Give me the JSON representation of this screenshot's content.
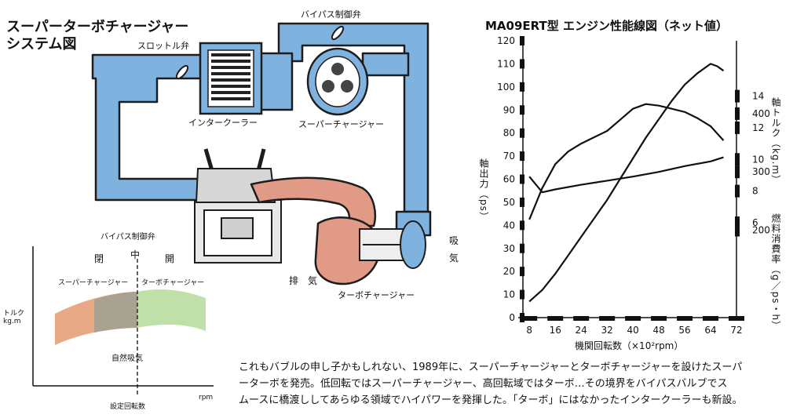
{
  "system_diagram": {
    "title_line1": "スーパーターボチャージャー",
    "title_line2": "システム図",
    "labels": {
      "bypass_valve": "バイパス制御弁",
      "throttle_valve": "スロットル弁",
      "intercooler": "インタークーラー",
      "supercharger": "スーパーチャージャー",
      "turbocharger": "ターボチャージャー",
      "intake_1": "吸",
      "intake_2": "気",
      "exhaust": "排　気"
    }
  },
  "mode_graph": {
    "title": "バイパス制御弁",
    "closed": "閉",
    "middle": "中",
    "open": "開",
    "supercharger": "スーパーチャージャー",
    "turbocharger": "ターボチャージャー",
    "natural_aspiration": "自然吸気",
    "y_label_1": "トルク",
    "y_label_2": "kg.m",
    "x_label": "rpm",
    "set_rpm": "設定回転数",
    "colors": {
      "supercharger": "#e8a987",
      "turbo": "#bfe0a8",
      "overlap": "#a8a291"
    }
  },
  "chart_data": {
    "type": "line",
    "title": "MA09ERT型 エンジン性能線図（ネット値）",
    "xlabel": "機関回転数（×10²rpm）",
    "x_ticks": [
      8,
      16,
      24,
      32,
      40,
      48,
      56,
      64,
      72
    ],
    "xlim": [
      6,
      72
    ],
    "y_left_label": "軸出力（ps）",
    "y_left_ticks": [
      0,
      10,
      20,
      30,
      40,
      50,
      60,
      70,
      80,
      90,
      100,
      110,
      120
    ],
    "y_left_lim": [
      0,
      120
    ],
    "y_right_torque_label": "軸トルク（kg.m）",
    "y_right_torque_ticks": [
      6,
      8,
      10,
      12,
      14
    ],
    "y_right_fuel_label": "燃料消費率（g／ps・h）",
    "y_right_fuel_ticks": [
      200,
      300,
      400
    ],
    "series": [
      {
        "axis": "power",
        "x": [
          8,
          12,
          16,
          20,
          24,
          28,
          32,
          36,
          40,
          44,
          48,
          52,
          56,
          60,
          64,
          66,
          68
        ],
        "y": [
          7,
          12,
          19,
          27,
          35,
          43,
          51,
          60,
          69,
          78,
          86,
          94,
          101,
          106,
          110,
          109,
          107
        ]
      },
      {
        "axis": "torque",
        "x": [
          8,
          12,
          16,
          20,
          24,
          28,
          32,
          36,
          40,
          44,
          48,
          52,
          56,
          60,
          64,
          68
        ],
        "y": [
          6.2,
          8.2,
          9.7,
          10.5,
          11.0,
          11.4,
          11.8,
          12.5,
          13.2,
          13.5,
          13.4,
          13.2,
          13.0,
          12.6,
          12.1,
          11.2
        ]
      },
      {
        "axis": "fuel",
        "x": [
          8,
          12,
          16,
          24,
          32,
          40,
          48,
          56,
          64,
          68
        ],
        "y": [
          292,
          265,
          270,
          278,
          285,
          292,
          300,
          310,
          318,
          325
        ]
      }
    ]
  },
  "caption": {
    "line1": "これもバブルの申し子かもしれない、1989年に、スーパーチャージャーとターボチャージャーを設けたスーパ",
    "line2": "ーターボを発売。低回転ではスーパーチャージャー、高回転域ではターボ…その境界をバイパスバルブでス",
    "line3": "ムースに橋渡ししてあらゆる領域でハイパワーを発揮した。「ターボ」にはなかったインタークーラーも新設。"
  }
}
